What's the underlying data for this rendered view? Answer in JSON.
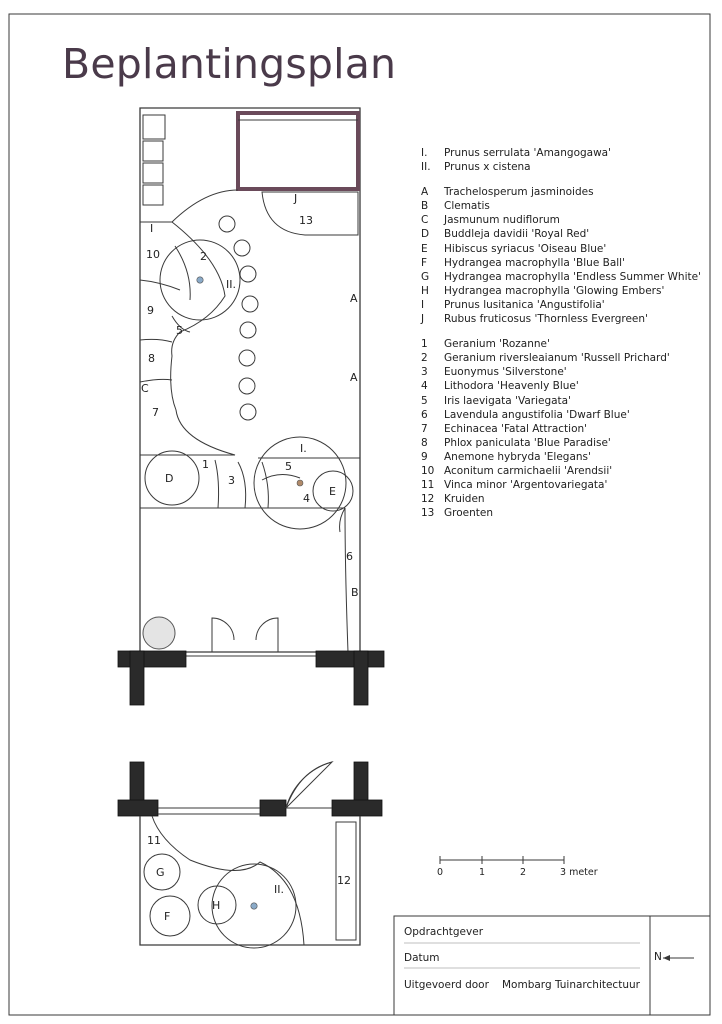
{
  "title": "Beplantingsplan",
  "legend_trees": [
    {
      "code": "I.",
      "name": "Prunus serrulata 'Amangogawa'"
    },
    {
      "code": "II.",
      "name": "Prunus x cistena"
    }
  ],
  "legend_shrubs": [
    {
      "code": "A",
      "name": "Trachelosperum jasminoides"
    },
    {
      "code": "B",
      "name": "Clematis"
    },
    {
      "code": "C",
      "name": "Jasmunum nudiflorum"
    },
    {
      "code": "D",
      "name": "Buddleja davidii 'Royal Red'"
    },
    {
      "code": "E",
      "name": "Hibiscus syriacus 'Oiseau Blue'"
    },
    {
      "code": "F",
      "name": "Hydrangea macrophylla 'Blue Ball'"
    },
    {
      "code": "G",
      "name": "Hydrangea macrophylla 'Endless Summer White'"
    },
    {
      "code": "H",
      "name": "Hydrangea macrophylla 'Glowing Embers'"
    },
    {
      "code": "I",
      "name": "Prunus lusitanica 'Angustifolia'"
    },
    {
      "code": "J",
      "name": "Rubus fruticosus 'Thornless Evergreen'"
    }
  ],
  "legend_perennials": [
    {
      "code": "1",
      "name": "Geranium 'Rozanne'"
    },
    {
      "code": "2",
      "name": "Geranium riversleaianum 'Russell Prichard'"
    },
    {
      "code": "3",
      "name": "Euonymus 'Silverstone'"
    },
    {
      "code": "4",
      "name": "Lithodora 'Heavenly Blue'"
    },
    {
      "code": "5",
      "name": "Iris laevigata 'Variegata'"
    },
    {
      "code": "6",
      "name": "Lavendula angustifolia 'Dwarf Blue'"
    },
    {
      "code": "7",
      "name": "Echinacea 'Fatal Attraction'"
    },
    {
      "code": "8",
      "name": "Phlox paniculata 'Blue Paradise'"
    },
    {
      "code": "9",
      "name": "Anemone hybryda 'Elegans'"
    },
    {
      "code": "10",
      "name": "Aconitum carmichaelii 'Arendsii'"
    },
    {
      "code": "11",
      "name": "Vinca minor 'Argentovariegata'"
    },
    {
      "code": "12",
      "name": "Kruiden"
    },
    {
      "code": "13",
      "name": "Groenten"
    }
  ],
  "plan_labels": {
    "back_I": "I",
    "back_10": "10",
    "back_2": "2",
    "back_II": "II.",
    "back_9": "9",
    "back_5a": "5",
    "back_8": "8",
    "back_C": "C",
    "back_7": "7",
    "back_D": "D",
    "back_1": "1",
    "back_3": "3",
    "back_5b": "5",
    "back_Itree": "I.",
    "back_4": "4",
    "back_E": "E",
    "back_6": "6",
    "back_B": "B",
    "back_A1": "A",
    "back_A2": "A",
    "back_J": "J",
    "back_13": "13",
    "front_11": "11",
    "front_G": "G",
    "front_F": "F",
    "front_H": "H",
    "front_II": "II.",
    "front_12": "12"
  },
  "scale": {
    "ticks": [
      "0",
      "1",
      "2",
      "3 meter"
    ]
  },
  "title_block": {
    "client_label": "Opdrachtgever",
    "date_label": "Datum",
    "executed_label": "Uitgevoerd door",
    "executed_by": "Mombarg Tuinarchitectuur",
    "north_label": "N"
  },
  "colors": {
    "ink": "#3a3a3a",
    "wall": "#2a2a2a",
    "title": "#4a3a4a",
    "tree_dot_I": "#b08a6a",
    "tree_dot_II": "#8aaac8",
    "round_plant_fill": "#e4e4e4"
  }
}
